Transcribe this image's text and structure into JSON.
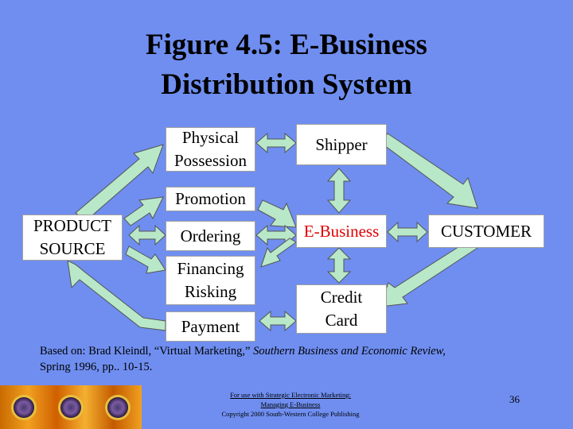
{
  "title": {
    "line1": "Figure 4.5: E-Business",
    "line2": "Distribution System"
  },
  "nodes": {
    "physical_possession": "Physical\nPossession",
    "shipper": "Shipper",
    "promotion": "Promotion",
    "product_source": "PRODUCT\nSOURCE",
    "ordering": "Ordering",
    "ebusiness": "E-Business",
    "customer": "CUSTOMER",
    "financing_risking": "Financing\nRisking",
    "credit_card": "Credit\nCard",
    "payment": "Payment"
  },
  "citation": {
    "prefix": "Based on: Brad Kleindl, “Virtual Marketing,” ",
    "journal": "Southern Business and Economic Review,",
    "suffix": "Spring 1996, pp.. 10-15."
  },
  "footer": {
    "line1": "For use with Strategic Electronic Marketing:",
    "line2": "Managing E-Business",
    "line3": "Copyright 2000 South-Western College Publishing"
  },
  "page_number": "36",
  "colors": {
    "background": "#6f8ef0",
    "arrow_fill": "#b8e8c8",
    "ebusiness_text": "#e00000"
  }
}
